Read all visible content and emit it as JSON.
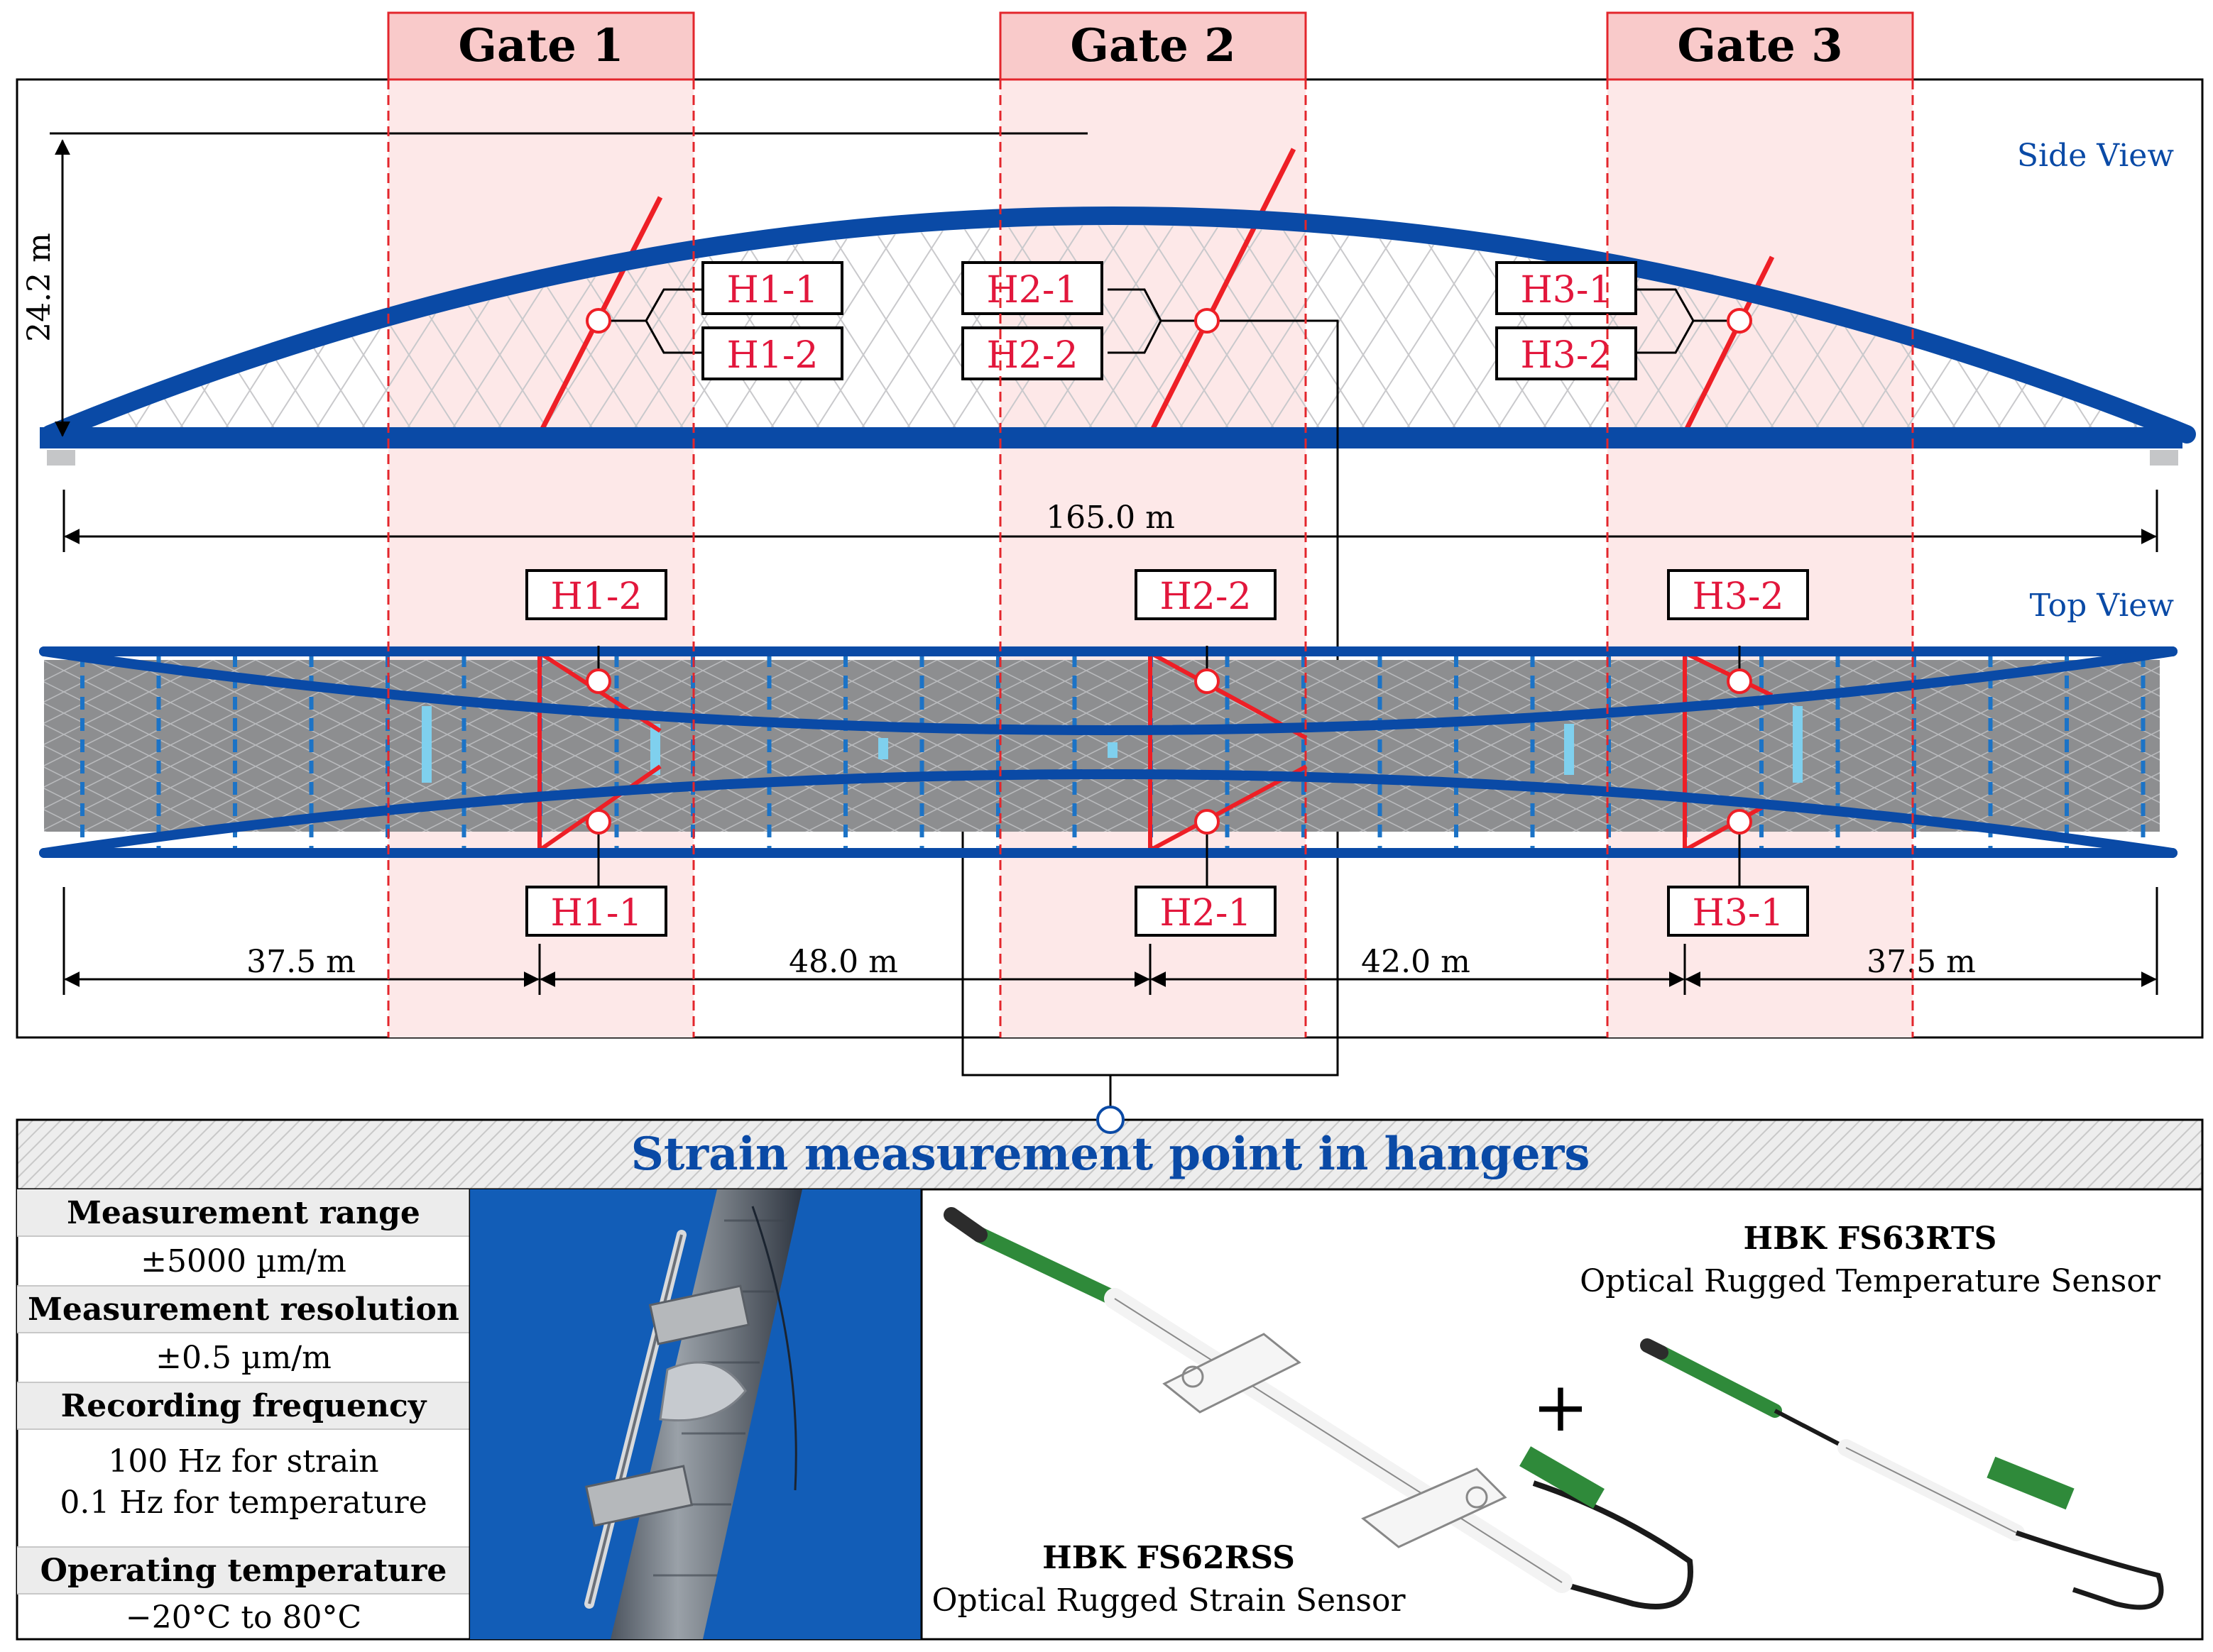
{
  "colors": {
    "arch_blue": "#0a4aa6",
    "gate_fill": "#fde4e4",
    "gate_header": "#f9c8c8",
    "gate_line": "#e3262c",
    "hanger_red": "#ee1f26",
    "label_red": "#e2173c",
    "deck_gray": "#8d8e90",
    "title_blue": "#0a4aa6",
    "light_blue": "#7fd0ee",
    "photo_sky": "#1564c2"
  },
  "gates": [
    {
      "label": "Gate 1"
    },
    {
      "label": "Gate 2"
    },
    {
      "label": "Gate 3"
    }
  ],
  "views": {
    "side": "Side View",
    "top": "Top View"
  },
  "dims": {
    "height": "24.2 m",
    "span": "165.0 m",
    "seg1": "37.5 m",
    "seg2": "48.0 m",
    "seg3": "42.0 m",
    "seg4": "37.5 m"
  },
  "side_labels": {
    "h11": "H1-1",
    "h12": "H1-2",
    "h21": "H2-1",
    "h22": "H2-2",
    "h31": "H3-1",
    "h32": "H3-2"
  },
  "top_labels": {
    "h12": "H1-2",
    "h22": "H2-2",
    "h32": "H3-2",
    "h11": "H1-1",
    "h21": "H2-1",
    "h31": "H3-1"
  },
  "panel": {
    "title": "Strain measurement point in hangers",
    "specs": [
      {
        "head": "Measurement range",
        "value": "±5000 µm/m"
      },
      {
        "head": "Measurement resolution",
        "value": "±0.5 µm/m"
      },
      {
        "head": "Recording frequency",
        "value1": "100 Hz for strain",
        "value2": "0.1 Hz for temperature"
      },
      {
        "head": "Operating temperature",
        "value": "−20°C to 80°C"
      }
    ],
    "plus": "+",
    "sensor_strain": {
      "model": "HBK FS62RSS",
      "desc": "Optical Rugged Strain Sensor"
    },
    "sensor_temp": {
      "model": "HBK FS63RTS",
      "desc": "Optical Rugged Temperature Sensor"
    }
  }
}
